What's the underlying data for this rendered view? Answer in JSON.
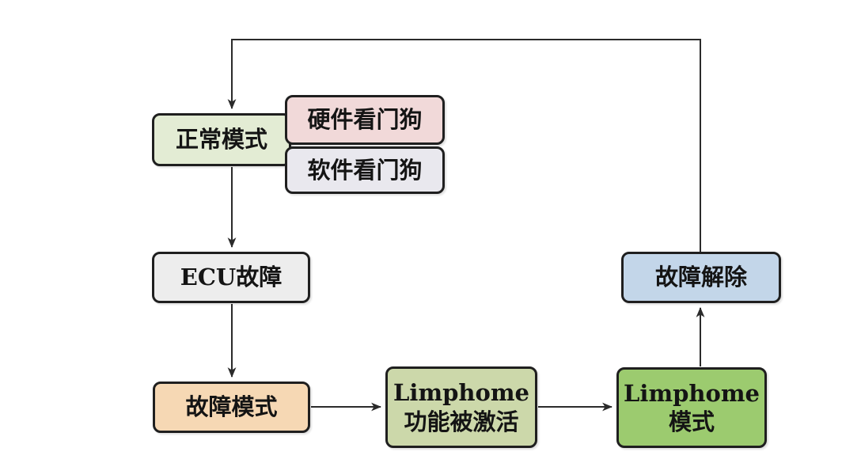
{
  "diagram": {
    "nodes": {
      "normal": {
        "label": "正常模式",
        "fill": "#e3ecd4"
      },
      "hw_watchdog": {
        "label": "硬件看门狗",
        "fill": "#f1d9d9"
      },
      "sw_watchdog": {
        "label": "软件看门狗",
        "fill": "#e9e8ee"
      },
      "ecu_fault": {
        "label": "ECU故障",
        "fill": "#ededed"
      },
      "fault_mode": {
        "label": "故障模式",
        "fill": "#f6d8b4"
      },
      "limp_activated": {
        "line1": "Limphome",
        "line2": "功能被激活",
        "fill": "#ccd8aa"
      },
      "limp_mode": {
        "line1": "Limphome",
        "line2": "模式",
        "fill": "#9ccb6f"
      },
      "fault_cleared": {
        "label": "故障解除",
        "fill": "#c3d6e9"
      }
    },
    "edges": [
      {
        "from": "normal",
        "to": "ecu_fault"
      },
      {
        "from": "ecu_fault",
        "to": "fault_mode"
      },
      {
        "from": "fault_mode",
        "to": "limp_activated"
      },
      {
        "from": "limp_activated",
        "to": "limp_mode"
      },
      {
        "from": "limp_mode",
        "to": "fault_cleared"
      },
      {
        "from": "fault_cleared",
        "to": "normal"
      }
    ],
    "line_color": "#2b2b2b",
    "border_color": "#1f1f1f",
    "background": "#ffffff"
  }
}
